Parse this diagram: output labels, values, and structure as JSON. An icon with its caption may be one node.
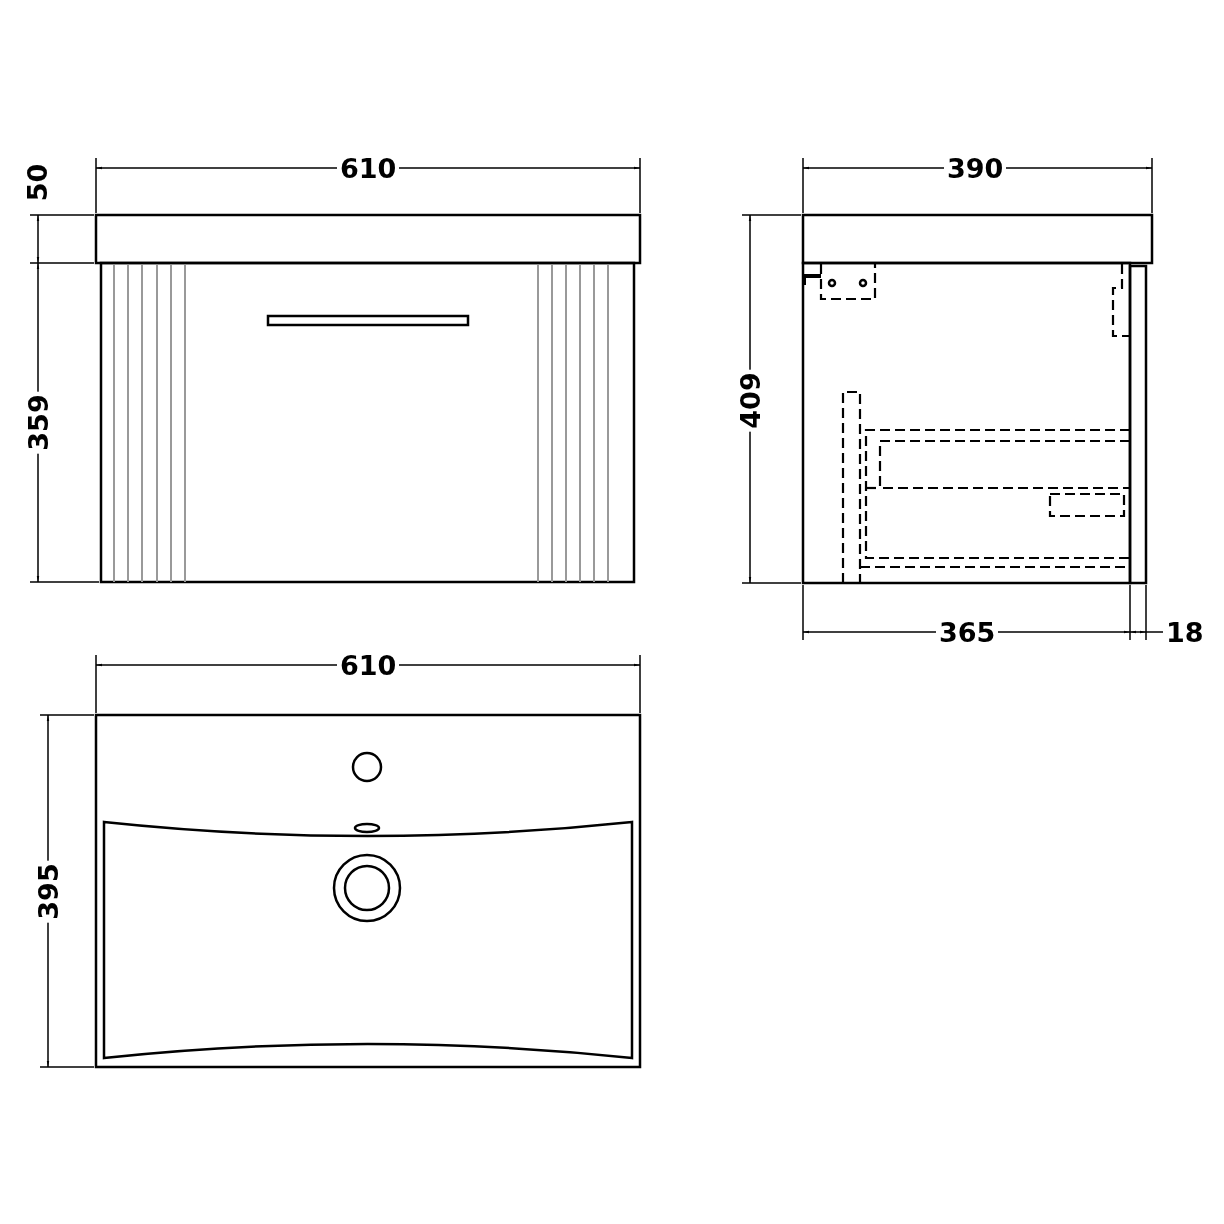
{
  "diagram": {
    "labels": [
      "610",
      "50",
      "359",
      "390",
      "409",
      "365",
      "18",
      "610",
      "395"
    ]
  }
}
